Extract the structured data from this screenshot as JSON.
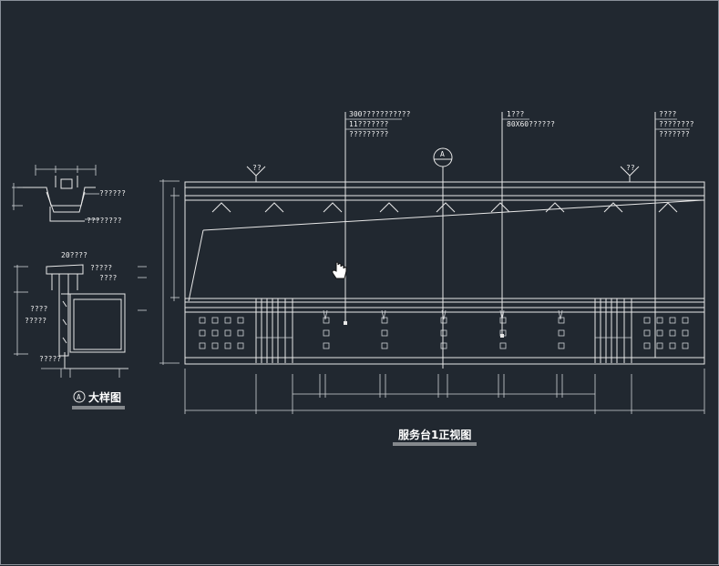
{
  "titles": {
    "detail": "大样图",
    "detail_marker": "A",
    "elevation": "服务台1正视图",
    "section_marker": "A"
  },
  "callouts": {
    "left": [
      "300???????????",
      "11???????",
      "?????????"
    ],
    "center": [
      "1???",
      "80X60??????"
    ],
    "right": [
      "????",
      "????????",
      "???????"
    ],
    "lamp_tag": "??"
  },
  "detail_labels": {
    "top_right_1": "??????",
    "top_right_2": "????????",
    "mid_top": "20????",
    "mid_right_1": "?????",
    "mid_right_2": "????",
    "left_1": "????",
    "left_2": "?????",
    "bottom": "?????"
  },
  "colors": {
    "background": "#212830",
    "line": "#e8e8e8"
  },
  "cursor_icon": "hand-pointer-icon"
}
